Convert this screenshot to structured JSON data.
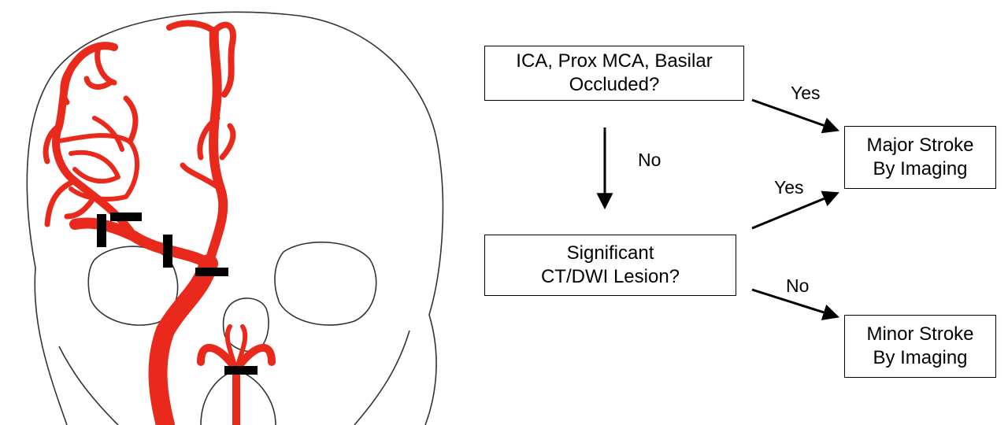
{
  "flowchart": {
    "nodes": {
      "q1": "ICA, Prox MCA, Basilar\nOccluded?",
      "q2": "Significant\nCT/DWI Lesion?",
      "major": "Major Stroke\nBy Imaging",
      "minor": "Minor Stroke\nBy Imaging"
    },
    "edges": {
      "q1_to_q2": "No",
      "q1_to_major": "Yes",
      "q2_to_major": "Yes",
      "q2_to_minor": "No"
    }
  },
  "colors": {
    "vessel": "#e8291c",
    "occlusion_marker": "#000000",
    "skull_outline": "#333333"
  }
}
